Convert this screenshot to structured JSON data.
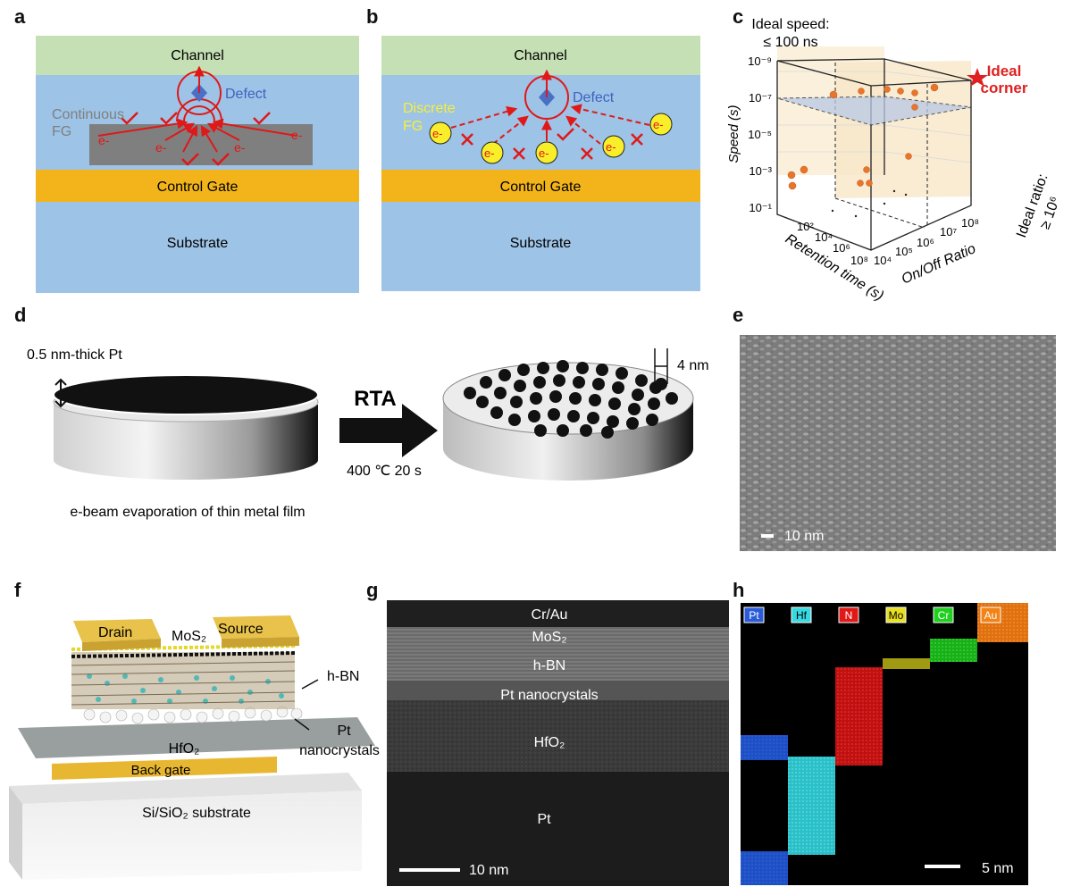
{
  "panel_labels": {
    "a": "a",
    "b": "b",
    "c": "c",
    "d": "d",
    "e": "e",
    "f": "f",
    "g": "g",
    "h": "h"
  },
  "panel_a": {
    "channel": "Channel",
    "defect": "Defect",
    "fg_line1": "Continuous",
    "fg_line2": "FG",
    "electron": "e-",
    "control_gate": "Control Gate",
    "substrate": "Substrate"
  },
  "panel_b": {
    "channel": "Channel",
    "defect": "Defect",
    "fg_line1": "Discrete",
    "fg_line2": "FG",
    "electron": "e-",
    "control_gate": "Control Gate",
    "substrate": "Substrate"
  },
  "panel_c": {
    "ideal_speed_line1": "Ideal speed:",
    "ideal_speed_line2": "≤ 100 ns",
    "ideal_corner_line1": "Ideal",
    "ideal_corner_line2": "corner",
    "ideal_ratio_line1": "Ideal ratio:",
    "ideal_ratio_line2": "≥ 10⁶",
    "speed_ticks": [
      "10⁻⁹",
      "10⁻⁷",
      "10⁻⁵",
      "10⁻³",
      "10⁻¹"
    ],
    "retention_ticks": [
      "10²",
      "10⁴",
      "10⁶",
      "10⁸"
    ],
    "ratio_ticks": [
      "10⁴",
      "10⁵",
      "10⁶",
      "10⁷",
      "10⁸"
    ],
    "chart_data": {
      "type": "scatter",
      "zlabel": "Speed (s)",
      "ylabel": "Retention time (s)",
      "xlabel": "On/Off Ratio",
      "colors": {
        "points": "#e8752b",
        "ideal_corner": "#e02020",
        "plane": "#b9c9e6",
        "box": "#f6e6c8"
      }
    }
  },
  "panel_d": {
    "pt_label": "0.5 nm-thick Pt",
    "rta": "RTA",
    "condition": "400 ℃ 20 s",
    "size": "4 nm",
    "caption": "e-beam evaporation of thin metal film"
  },
  "panel_e": {
    "scale": "10 nm"
  },
  "panel_f": {
    "drain": "Drain",
    "mos2": "MoS₂",
    "source": "Source",
    "hbn": "h-BN",
    "pt_line1": "Pt",
    "pt_line2": "nanocrystals",
    "hfo2": "HfO₂",
    "back_gate": "Back gate",
    "substrate": "Si/SiO₂ substrate"
  },
  "panel_g": {
    "crau": "Cr/Au",
    "mos2": "MoS₂",
    "hbn": "h-BN",
    "pt_nc": "Pt nanocrystals",
    "hfo2": "HfO₂",
    "pt": "Pt",
    "scale": "10 nm"
  },
  "panel_h": {
    "elements": [
      {
        "name": "Pt",
        "color": "#2a5cd8"
      },
      {
        "name": "Hf",
        "color": "#38d8e0"
      },
      {
        "name": "N",
        "color": "#e01818"
      },
      {
        "name": "Mo",
        "color": "#e8e020"
      },
      {
        "name": "Cr",
        "color": "#20d020"
      },
      {
        "name": "Au",
        "color": "#f08418"
      }
    ],
    "scale": "5 nm"
  }
}
